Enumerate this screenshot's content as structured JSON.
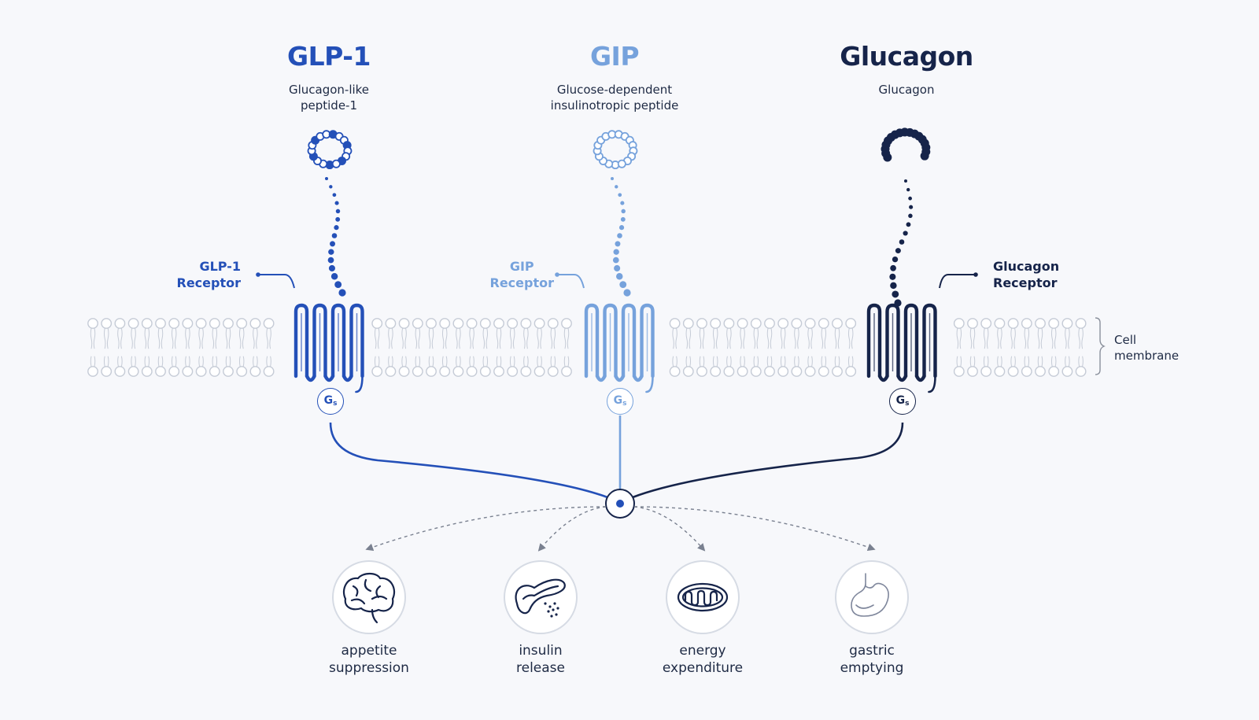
{
  "colors": {
    "glp1": "#2450b8",
    "gip": "#76a2dc",
    "glucagon": "#16244a",
    "membrane": "#c5cbd6",
    "text": "#1e2a44",
    "effect_circle": "#d6dbe4",
    "arrow": "#7a8190"
  },
  "hormones": [
    {
      "name": "GLP-1",
      "subtitle_lines": [
        "Glucagon-like",
        "peptide-1"
      ],
      "receptor_lines": [
        "GLP-1",
        "Receptor"
      ],
      "gs": "G",
      "gs_sub": "s"
    },
    {
      "name": "GIP",
      "subtitle_lines": [
        "Glucose-dependent",
        "insulinotropic peptide"
      ],
      "receptor_lines": [
        "GIP",
        "Receptor"
      ],
      "gs": "G",
      "gs_sub": "s"
    },
    {
      "name": "Glucagon",
      "subtitle_lines": [
        "Glucagon"
      ],
      "receptor_lines": [
        "Glucagon",
        "Receptor"
      ],
      "gs": "G",
      "gs_sub": "s"
    }
  ],
  "membrane": {
    "label_lines": [
      "Cell",
      "membrane"
    ]
  },
  "effects": [
    {
      "label_lines": [
        "appetite",
        "suppression"
      ],
      "icon": "brain-icon"
    },
    {
      "label_lines": [
        "insulin",
        "release"
      ],
      "icon": "pancreas-icon"
    },
    {
      "label_lines": [
        "energy",
        "expenditure"
      ],
      "icon": "mitochondria-icon"
    },
    {
      "label_lines": [
        "gastric",
        "emptying"
      ],
      "icon": "stomach-icon"
    }
  ]
}
